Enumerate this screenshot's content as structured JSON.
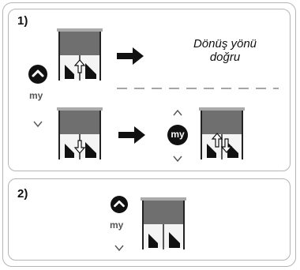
{
  "steps": [
    {
      "label": "1)",
      "caption_line1": "Dönüş yönü",
      "caption_line2": "doğru"
    },
    {
      "label": "2)"
    }
  ],
  "buttons": {
    "my_label": "my",
    "my_button_label": "my"
  },
  "icons": {
    "up_button": "chevron-up-filled",
    "down_button": "chevron-down-outline",
    "arrow": "right-arrow",
    "shade_up": "up-arrow",
    "shade_down": "down-arrow",
    "shade_up_down": "up-down-arrows"
  },
  "colors": {
    "shade": "#6f6f6f",
    "frame": "#222222",
    "panel_border": "#b5b5b5",
    "button": "#111111"
  }
}
